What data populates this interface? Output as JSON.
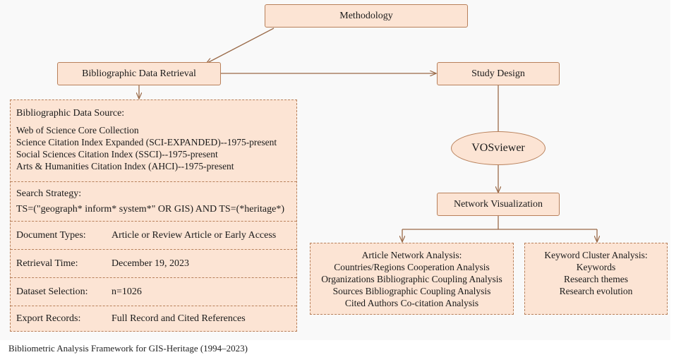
{
  "nodes": {
    "methodology": "Methodology",
    "retrieval": "Bibliographic Data Retrieval",
    "study_design": "Study Design",
    "vosviewer": "VOSviewer",
    "network_viz": "Network Visualization"
  },
  "source": {
    "title": "Bibliographic Data Source:",
    "lines": [
      "Web of Science Core Collection",
      "Science Citation Index Expanded (SCI-EXPANDED)--1975-present",
      "Social Sciences Citation Index (SSCI)--1975-present",
      "Arts & Humanities Citation Index (AHCI)--1975-present"
    ]
  },
  "search": {
    "title": "Search Strategy:",
    "query": "TS=(\"geograph* inform* system*\" OR GIS) AND TS=(*heritage*)"
  },
  "rows": [
    {
      "key": "Document Types:",
      "value": "Article or Review Article or Early Access"
    },
    {
      "key": "Retrieval Time:",
      "value": "December 19, 2023"
    },
    {
      "key": "Dataset Selection:",
      "value": "n=1026"
    },
    {
      "key": "Export Records:",
      "value": "Full Record and Cited References"
    }
  ],
  "article_analysis": {
    "title": "Article Network Analysis:",
    "items": [
      "Countries/Regions Cooperation Analysis",
      "Organizations Bibliographic Coupling Analysis",
      "Sources Bibliographic Coupling Analysis",
      "Cited Authors Co-citation Analysis"
    ]
  },
  "keyword_analysis": {
    "title": "Keyword Cluster Analysis:",
    "items": [
      "Keywords",
      "Research themes",
      "Research evolution"
    ]
  },
  "caption": "Bibliometric Analysis Framework for GIS-Heritage (1994–2023)",
  "colors": {
    "fill": "#fce4d4",
    "stroke": "#b8805a"
  }
}
